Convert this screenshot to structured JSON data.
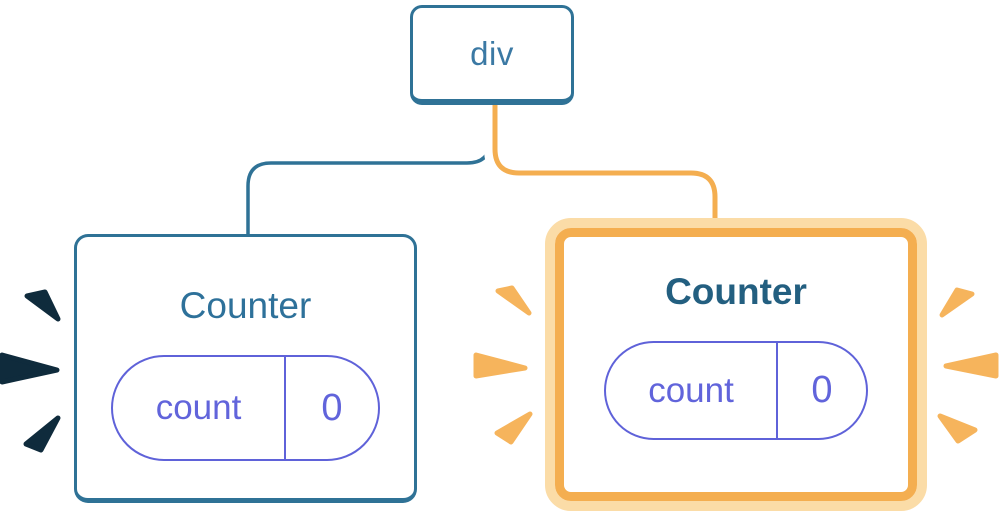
{
  "diagram": {
    "root": {
      "label": "div"
    },
    "left_counter": {
      "title": "Counter",
      "state_key": "count",
      "state_value": "0",
      "highlighted": false
    },
    "right_counter": {
      "title": "Counter",
      "state_key": "count",
      "state_value": "0",
      "highlighted": true
    },
    "colors": {
      "tree_blue": "#2F7296",
      "root_label_blue": "#3B79A4",
      "title_blue": "#2E719A",
      "title_blue_bold": "#235F80",
      "state_indigo": "#5F62D9",
      "highlight_orange": "#F4AE50",
      "highlight_orange_light": "#FBDCA7",
      "spark_orange": "#F6B45C",
      "spark_navy": "#0F2B3C",
      "background": "#FFFFFF"
    }
  }
}
